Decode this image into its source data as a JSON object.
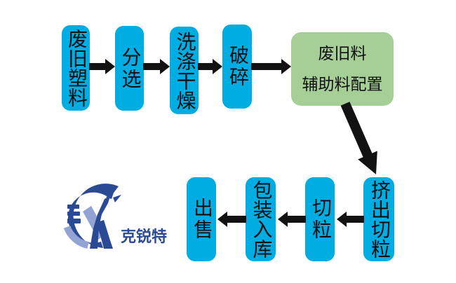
{
  "colors": {
    "process_box": "#00ade3",
    "config_box": "#a6cf97",
    "arrow": "#121212",
    "box_text": "#101010",
    "logo_blue": "#2b4a96",
    "logo_light_blue": "#93a3d4"
  },
  "flow": {
    "top": [
      {
        "label": "废旧塑料"
      },
      {
        "label": "分选"
      },
      {
        "label": "洗涤干燥"
      },
      {
        "label": "破碎"
      }
    ],
    "config_box": {
      "line1": "废旧料",
      "line2": "辅助料配置"
    },
    "bottom": [
      {
        "label": "挤出切粒"
      },
      {
        "label": "切粒"
      },
      {
        "label": "包装入库"
      },
      {
        "label": "出售"
      }
    ]
  },
  "logo": {
    "brand": "克锐特"
  }
}
